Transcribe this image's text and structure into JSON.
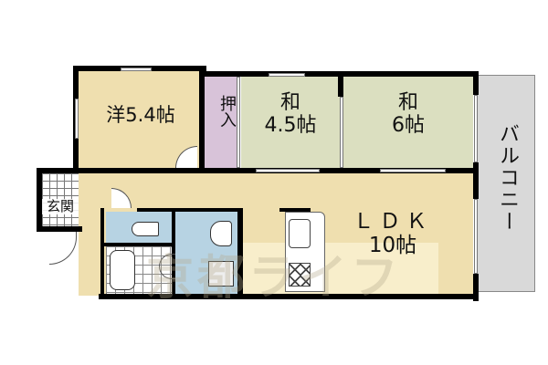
{
  "plan": {
    "rooms": [
      {
        "id": "western",
        "label": "洋5.4帖",
        "type": "洋室",
        "size_jo": 5.4,
        "color": "#efdfaf"
      },
      {
        "id": "closet",
        "label": "押入",
        "type": "押入",
        "color": "#d8c3d9"
      },
      {
        "id": "japanese1",
        "label_top": "和",
        "label_bottom": "4.5帖",
        "type": "和室",
        "size_jo": 4.5,
        "color": "#dbdfc0"
      },
      {
        "id": "japanese2",
        "label_top": "和",
        "label_bottom": "6帖",
        "type": "和室",
        "size_jo": 6,
        "color": "#dbdfc0"
      },
      {
        "id": "ldk",
        "label_top": "ＬＤＫ",
        "label_bottom": "10帖",
        "type": "LDK",
        "size_jo": 10,
        "color": "#efdfaf"
      },
      {
        "id": "balcony",
        "label": "バルコニー",
        "type": "バルコニー",
        "color": "#d9d9d9"
      },
      {
        "id": "entrance",
        "label": "玄関",
        "type": "玄関"
      },
      {
        "id": "toilet",
        "type": "トイレ",
        "color": "#b7d3e3"
      },
      {
        "id": "bath",
        "type": "浴室"
      },
      {
        "id": "washroom",
        "type": "洗面所",
        "color": "#b7d3e3"
      }
    ],
    "watermark": "京都ライフ"
  }
}
